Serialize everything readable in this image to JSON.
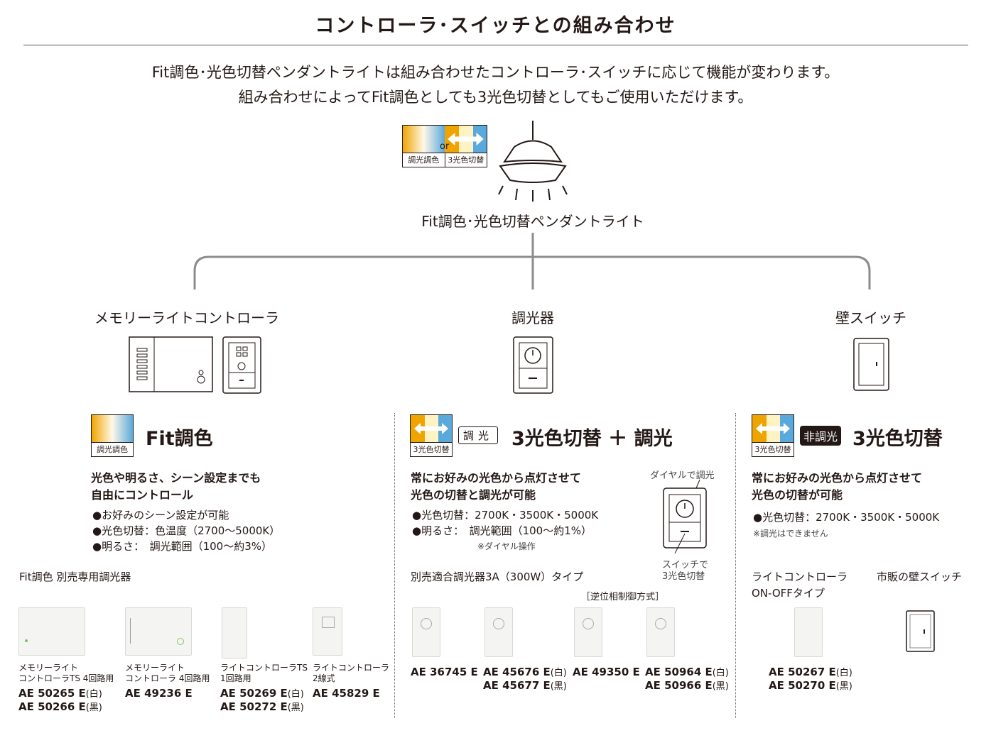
{
  "title": "コントローラ･スイッチとの組み合わせ",
  "intro": {
    "line1": "Fit調色･光色切替ペンダントライトは組み合わせたコントローラ･スイッチに応じて機能が変わります。",
    "line2": "組み合わせによってFit調色としても3光色切替としてもご使用いただけます。"
  },
  "pendant": {
    "caption": "Fit調色･光色切替ペンダントライト",
    "or_text": "or",
    "badge_left": "調光調色",
    "badge_right": "3光色切替"
  },
  "branches": {
    "left": "メモリーライトコントローラ",
    "center": "調光器",
    "right": "壁スイッチ"
  },
  "left_panel": {
    "badge_label": "調光調色",
    "heading": "Fit調色",
    "lead1": "光色や明るさ、シーン設定までも",
    "lead2": "自由にコントロール",
    "bullets": [
      "●お好みのシーン設定が可能",
      "●光色切替：色温度（2700～5000K）",
      "●明るさ：　調光範囲（100～約3%）"
    ],
    "section": "Fit調色 別売専用調光器",
    "products": [
      {
        "label1": "メモリーライト",
        "label2": "コントローラTS 4回路用",
        "code1": "AE 50265 E",
        "sub1": "(白)",
        "code2": "AE 50266 E",
        "sub2": "(黒)"
      },
      {
        "label1": "メモリーライト",
        "label2": "コントローラ 4回路用",
        "code1": "AE 49236 E",
        "sub1": "",
        "code2": "",
        "sub2": ""
      },
      {
        "label1": "ライトコントローラTS",
        "label2": "1回路用",
        "code1": "AE 50269 E",
        "sub1": "(白)",
        "code2": "AE 50272 E",
        "sub2": "(黒)"
      },
      {
        "label1": "ライトコントローラ",
        "label2": "2線式",
        "code1": "AE 45829 E",
        "sub1": "",
        "code2": "",
        "sub2": ""
      }
    ]
  },
  "center_panel": {
    "badge_label": "3光色切替",
    "tag": "調光",
    "heading": "3光色切替 ＋ 調光",
    "lead1": "常にお好みの光色から点灯させて",
    "lead2": "光色の切替と調光が可能",
    "bullets": [
      "●光色切替：2700K・3500K・5000K",
      "●明るさ：　調光範囲（100～約1%）"
    ],
    "bullet_note": "※ダイヤル操作",
    "dial_label": "ダイヤルで調光",
    "switch_label1": "スイッチで",
    "switch_label2": "3光色切替",
    "section": "別売適合調光器3A（300W）タイプ",
    "reverse_label": "［逆位相制御方式］",
    "products": [
      {
        "code1": "AE 36745 E",
        "sub1": "",
        "code2": "",
        "sub2": ""
      },
      {
        "code1": "AE 45676 E",
        "sub1": "(白)",
        "code2": "AE 45677 E",
        "sub2": "(黒)"
      },
      {
        "code1": "AE 49350 E",
        "sub1": "",
        "code2": "",
        "sub2": ""
      },
      {
        "code1": "AE 50964 E",
        "sub1": "(白)",
        "code2": "AE 50966 E",
        "sub2": "(黒)"
      }
    ]
  },
  "right_panel": {
    "badge_label": "3光色切替",
    "tag": "非調光",
    "heading": "3光色切替",
    "lead1": "常にお好みの光色から点灯させて",
    "lead2": "光色の切替が可能",
    "bullets": [
      "●光色切替：2700K・3500K・5000K"
    ],
    "note": "※調光はできません",
    "section_a1": "ライトコントローラ",
    "section_a2": "ON-OFFタイプ",
    "section_b": "市販の壁スイッチ",
    "product": {
      "code1": "AE 50267 E",
      "sub1": "(白)",
      "code2": "AE 50270 E",
      "sub2": "(黒)"
    }
  },
  "colors": {
    "text": "#231815",
    "line": "#8c8c8c",
    "warm": "#f0a400",
    "cool": "#5aa9dc"
  }
}
